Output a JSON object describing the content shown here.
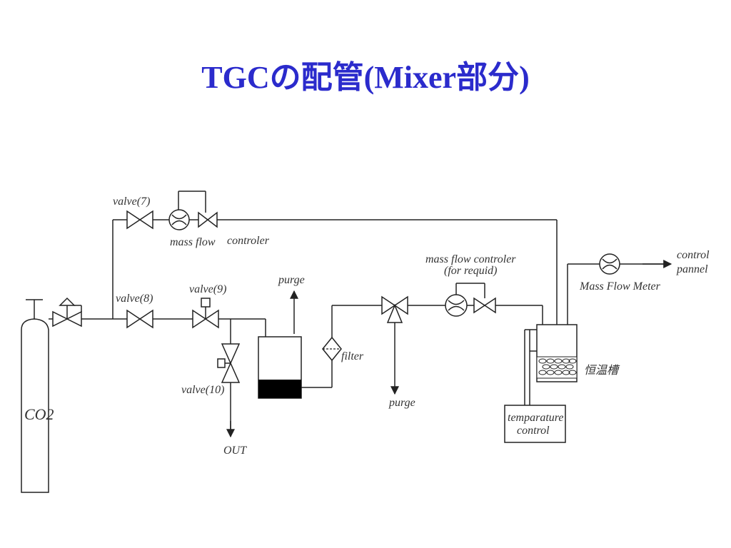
{
  "title": "TGCの配管(Mixer部分)",
  "labels": {
    "valve7": "valve(7)",
    "mass_flow": "mass flow",
    "controler": "controler",
    "valve8": "valve(8)",
    "valve9": "valve(9)",
    "valve10": "valve(10)",
    "purge_top": "purge",
    "purge_bottom": "purge",
    "filter": "filter",
    "mfc_liquid_line1": "mass flow controler",
    "mfc_liquid_line2": "(for requid)",
    "mass_flow_meter": "Mass Flow Meter",
    "control_panel_line1": "control",
    "control_panel_line2": "pannel",
    "bath": "恒温槽",
    "temp_control_line1": "temparature",
    "temp_control_line2": "control",
    "co2": "CO2",
    "out": "OUT"
  },
  "colors": {
    "title": "#2b2bcc",
    "line": "#222222",
    "label": "#333333"
  }
}
